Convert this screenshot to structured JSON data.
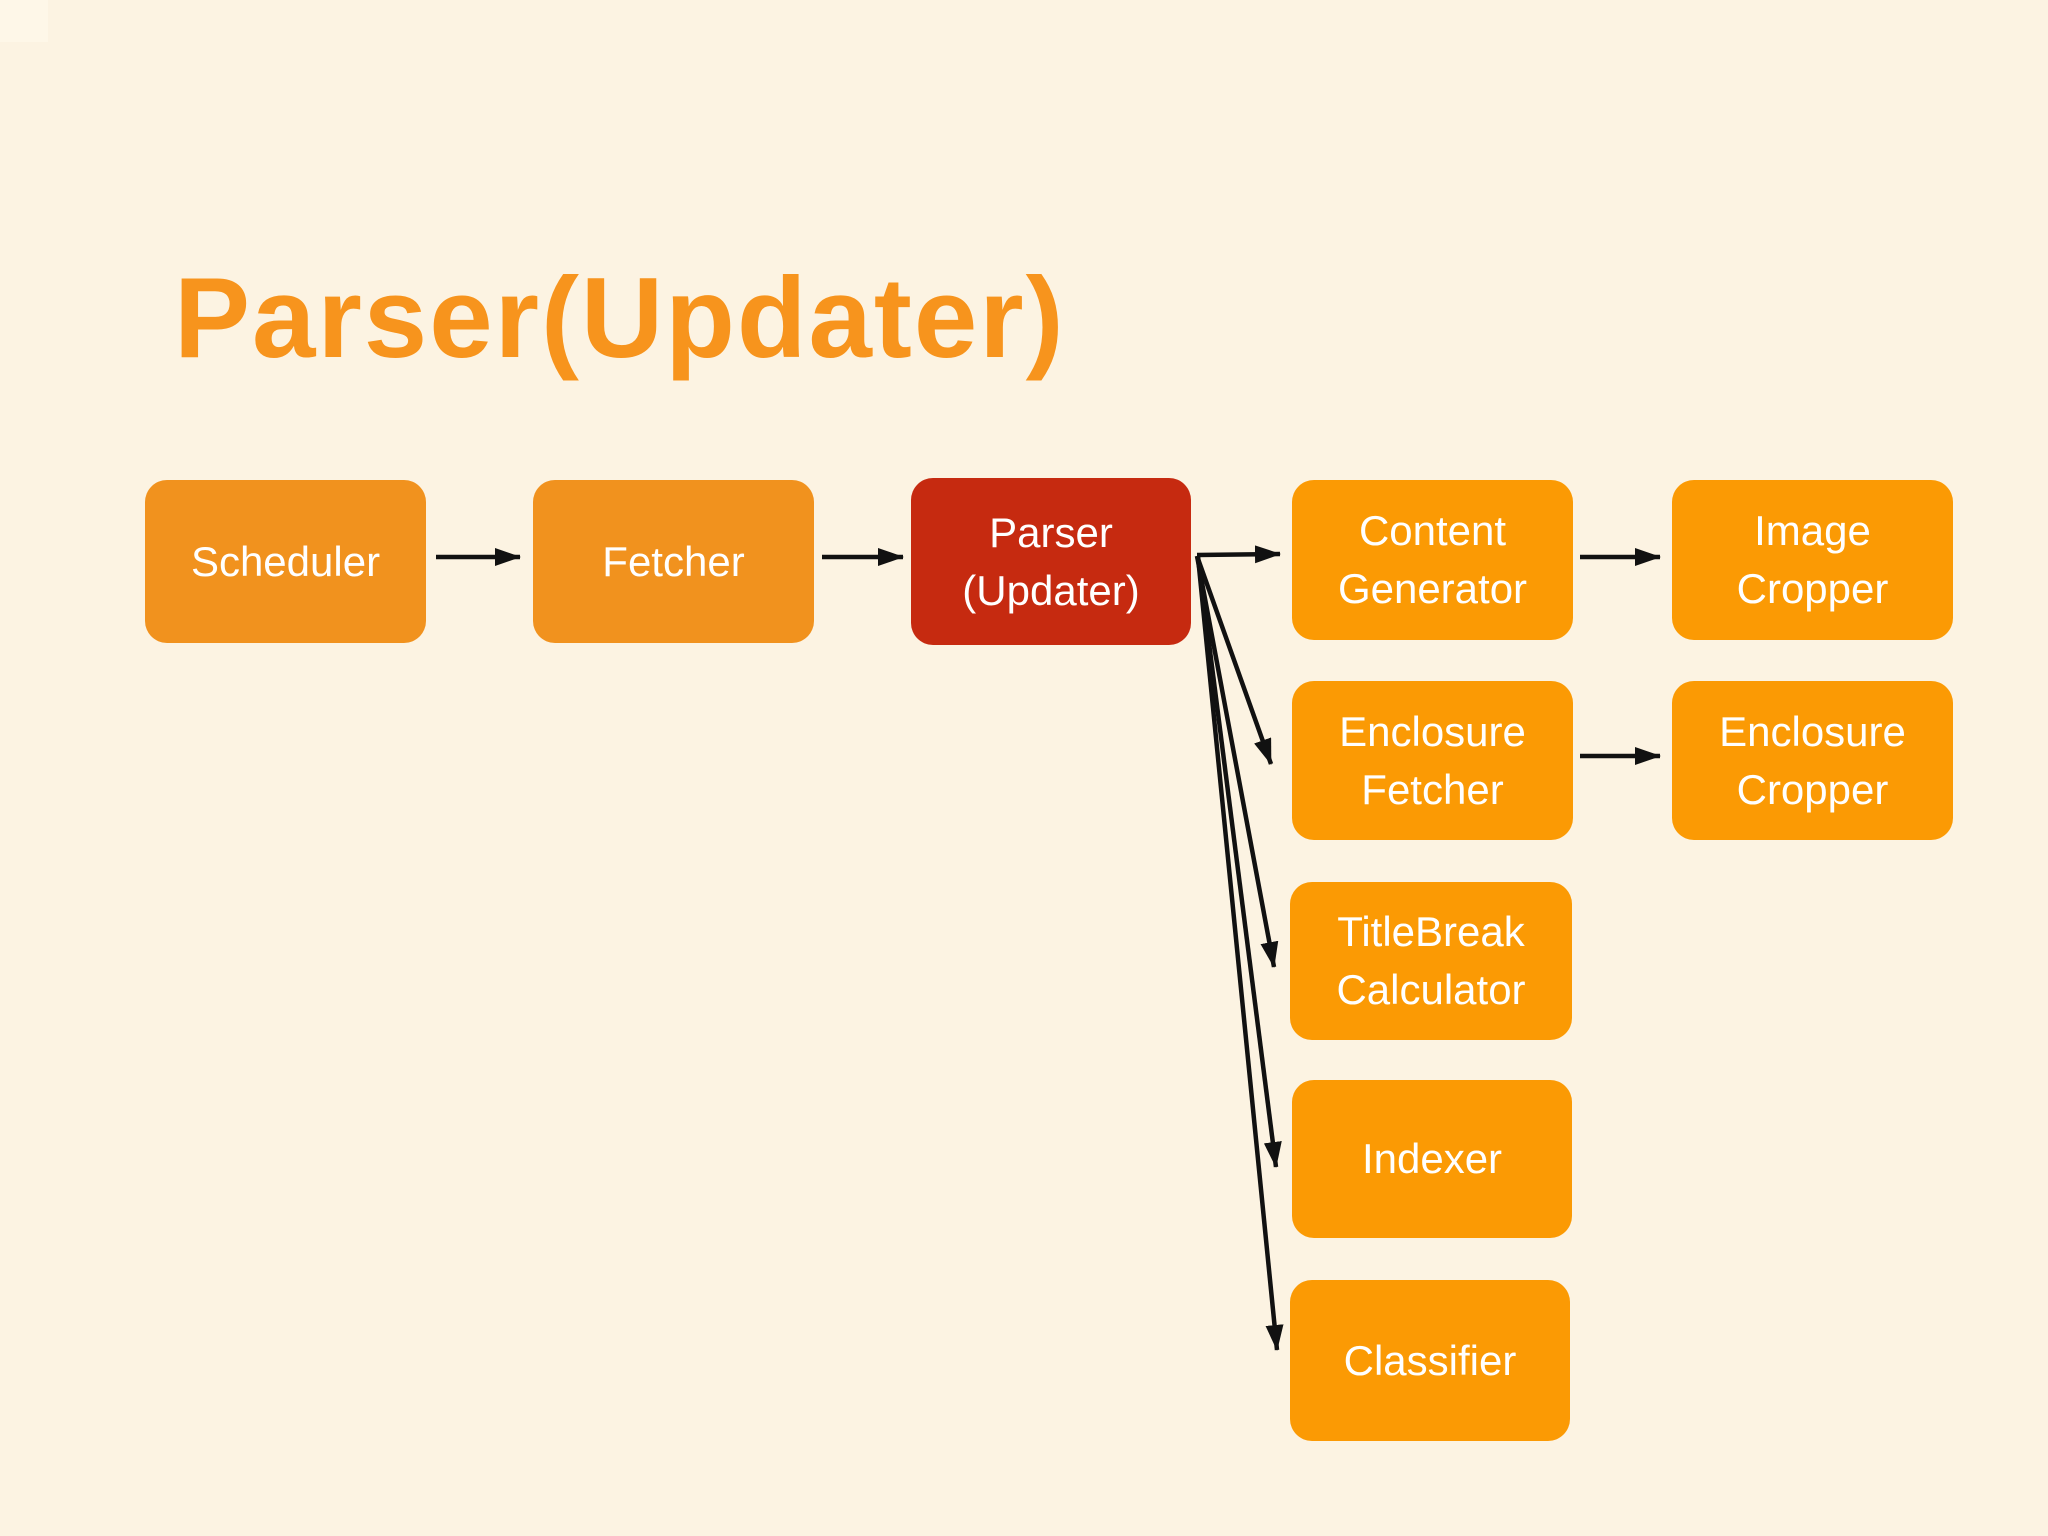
{
  "slide": {
    "title": "Parser(Updater)",
    "background_color": "#FCF3E2",
    "title_color": "#F7941D",
    "arrow_color": "#111111",
    "node_color_left_chain": "#F1921E",
    "node_color_right_chain": "#FB9A04",
    "node_color_highlight": "#C62A10",
    "node_text_color": "#FFFFFF"
  },
  "nodes": [
    {
      "id": "scheduler",
      "label": "Scheduler"
    },
    {
      "id": "fetcher",
      "label": "Fetcher"
    },
    {
      "id": "parser-updater",
      "label": "Parser\n(Updater)"
    },
    {
      "id": "content-generator",
      "label": "Content\nGenerator"
    },
    {
      "id": "image-cropper",
      "label": "Image\nCropper"
    },
    {
      "id": "enclosure-fetcher",
      "label": "Enclosure\nFetcher"
    },
    {
      "id": "enclosure-cropper",
      "label": "Enclosure\nCropper"
    },
    {
      "id": "titlebreak-calculator",
      "label": "TitleBreak\nCalculator"
    },
    {
      "id": "indexer",
      "label": "Indexer"
    },
    {
      "id": "classifier",
      "label": "Classifier"
    }
  ],
  "edges": [
    {
      "from": "scheduler",
      "to": "fetcher"
    },
    {
      "from": "fetcher",
      "to": "parser-updater"
    },
    {
      "from": "parser-updater",
      "to": "content-generator"
    },
    {
      "from": "content-generator",
      "to": "image-cropper"
    },
    {
      "from": "parser-updater",
      "to": "enclosure-fetcher"
    },
    {
      "from": "enclosure-fetcher",
      "to": "enclosure-cropper"
    },
    {
      "from": "parser-updater",
      "to": "titlebreak-calculator"
    },
    {
      "from": "parser-updater",
      "to": "indexer"
    },
    {
      "from": "parser-updater",
      "to": "classifier"
    }
  ]
}
